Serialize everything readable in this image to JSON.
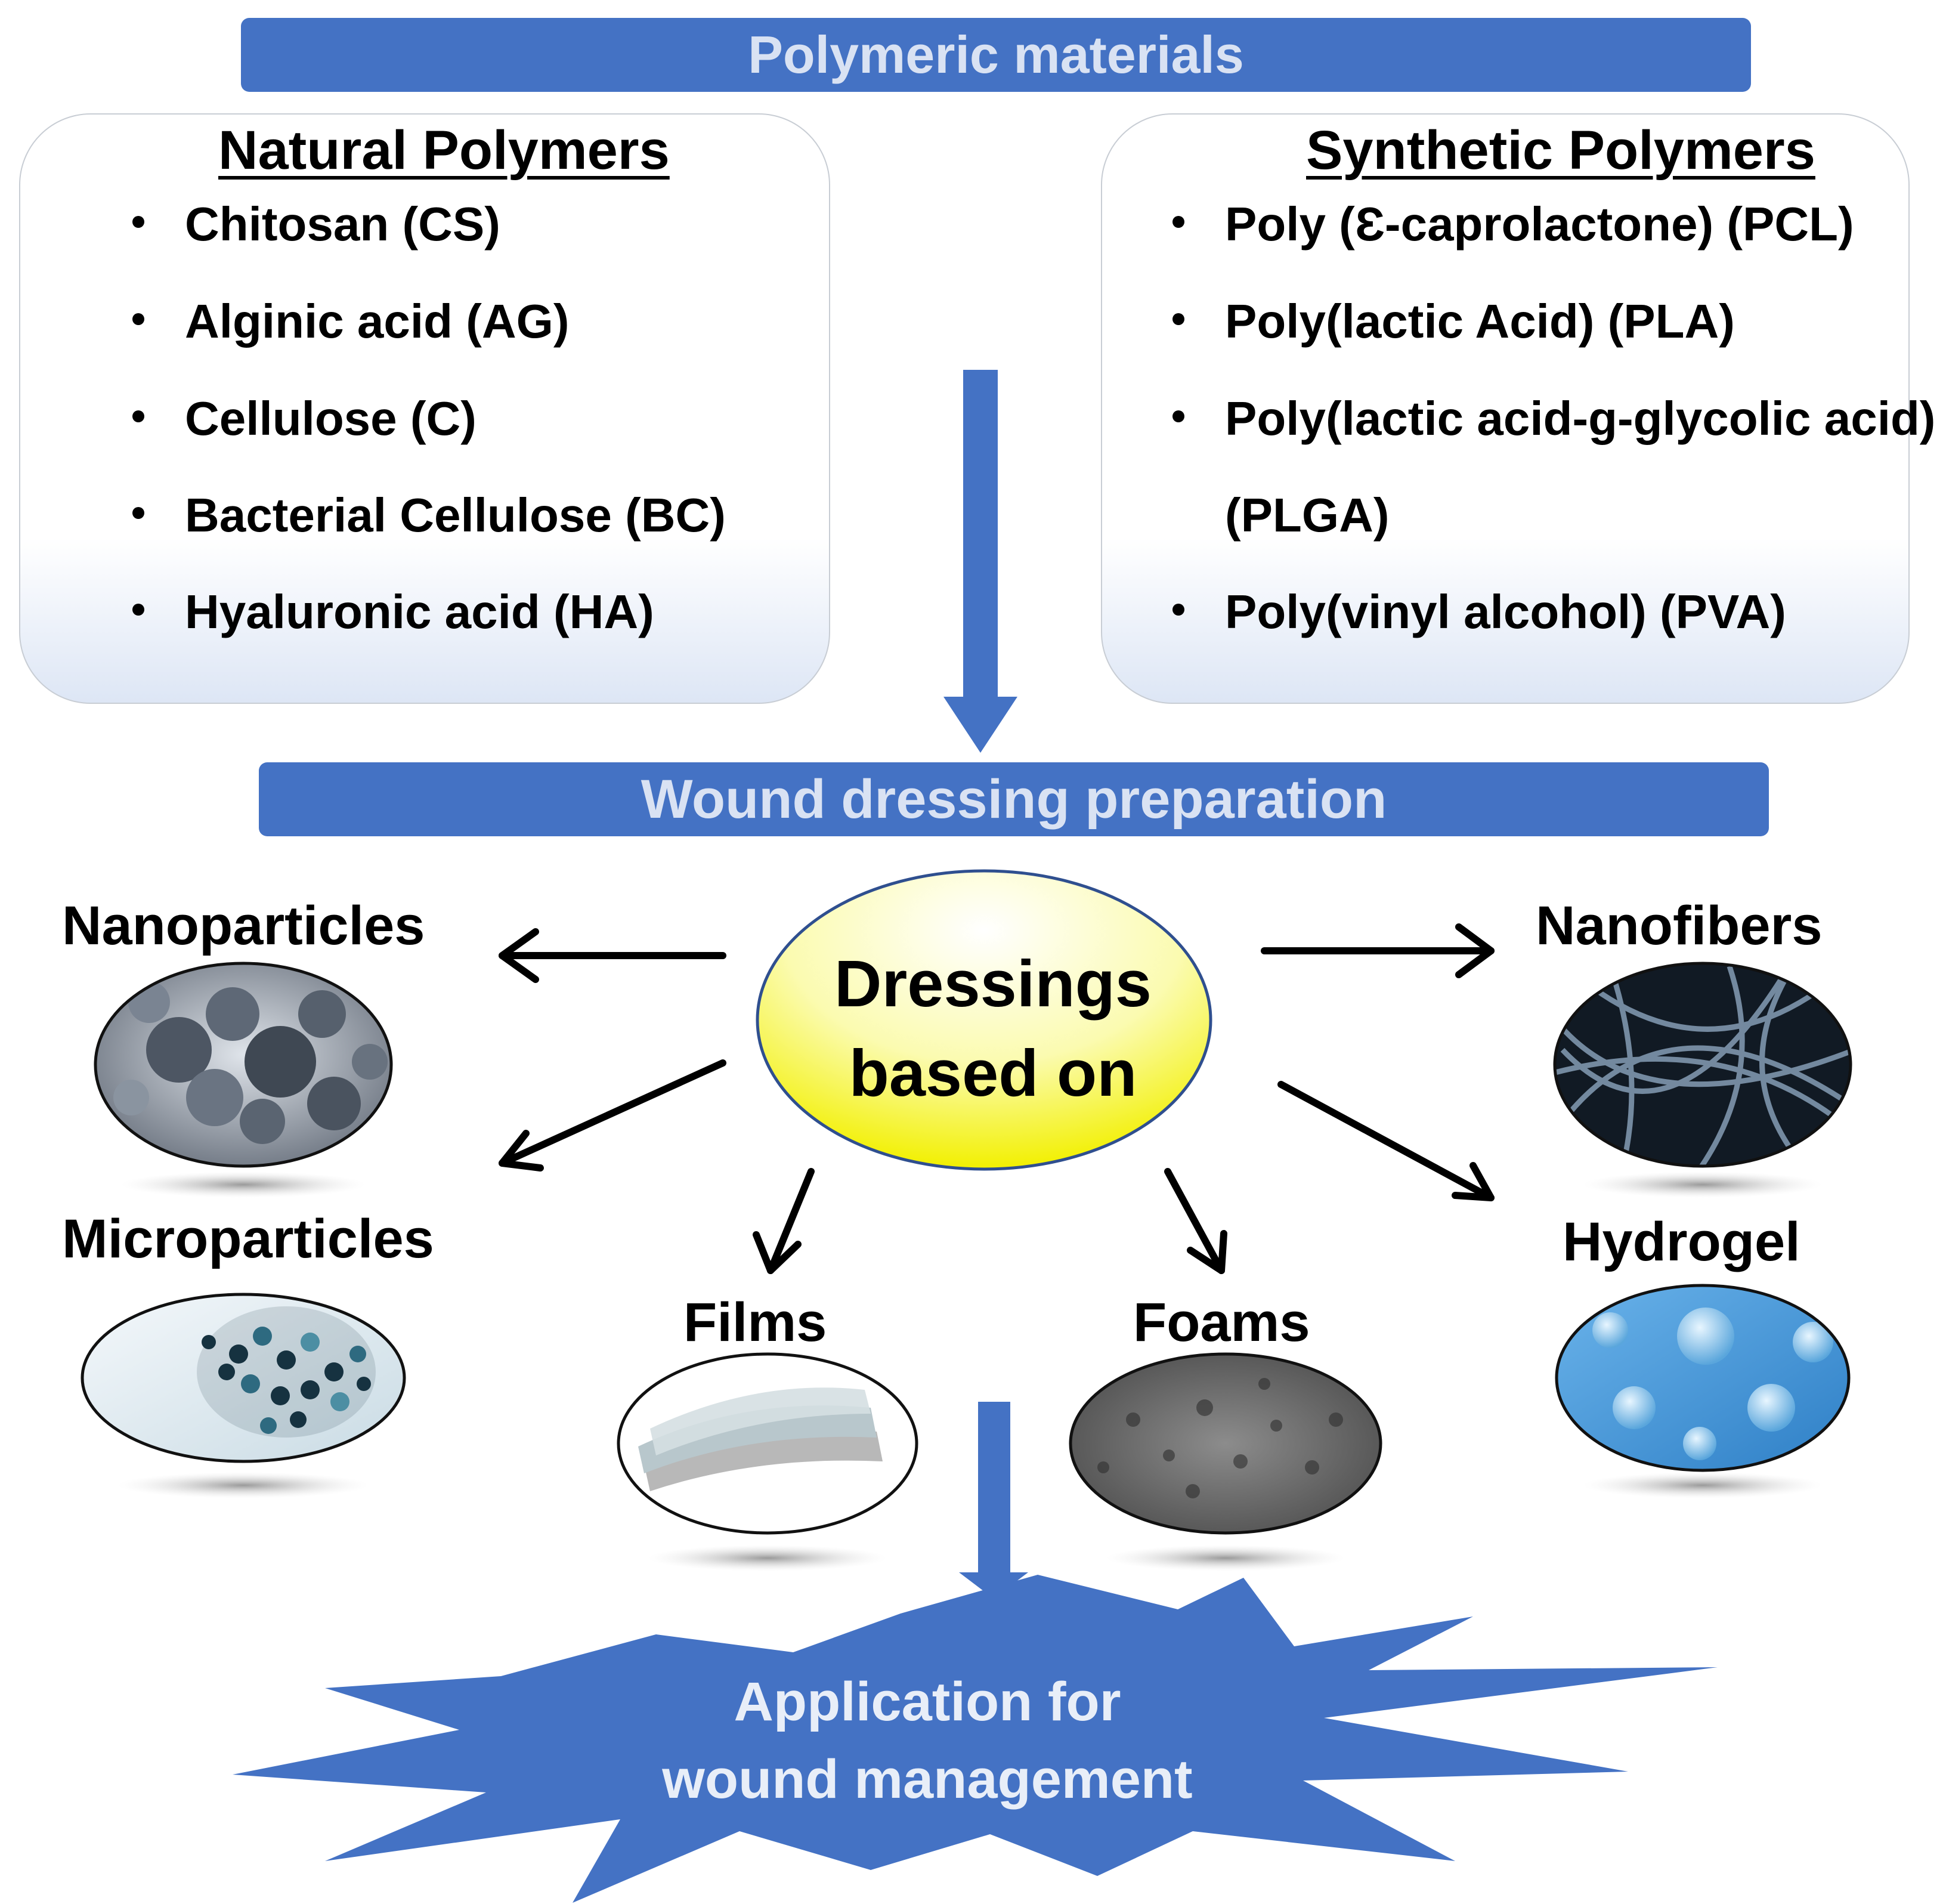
{
  "top_bar": {
    "label": "Polymeric materials"
  },
  "natural": {
    "title": "Natural Polymers",
    "items": [
      "Chitosan (CS)",
      "Alginic acid (AG)",
      "Cellulose (C)",
      "Bacterial Cellulose (BC)",
      "Hyaluronic acid (HA)"
    ]
  },
  "synthetic": {
    "title": "Synthetic Polymers",
    "items": [
      "Poly (Ɛ-caprolactone) (PCL)",
      "Poly(lactic Acid) (PLA)",
      "Poly(lactic acid-g-glycolic acid)",
      "(PLGA)",
      "Poly(vinyl alcohol) (PVA)"
    ]
  },
  "mid_bar": {
    "label": "Wound dressing preparation"
  },
  "center": {
    "line1": "Dressings",
    "line2": "based on"
  },
  "forms": {
    "nanoparticles": "Nanoparticles",
    "microparticles": "Microparticles",
    "films": "Films",
    "foams": "Foams",
    "nanofibers": "Nanofibers",
    "hydrogel": "Hydrogel"
  },
  "application": {
    "line1": "Application for",
    "line2": "wound management"
  },
  "colors": {
    "accent_blue": "#4472c4",
    "bar_text": "#d9e2f3",
    "center_fill_top": "#ffffff",
    "center_fill_bottom": "#f2f000"
  }
}
